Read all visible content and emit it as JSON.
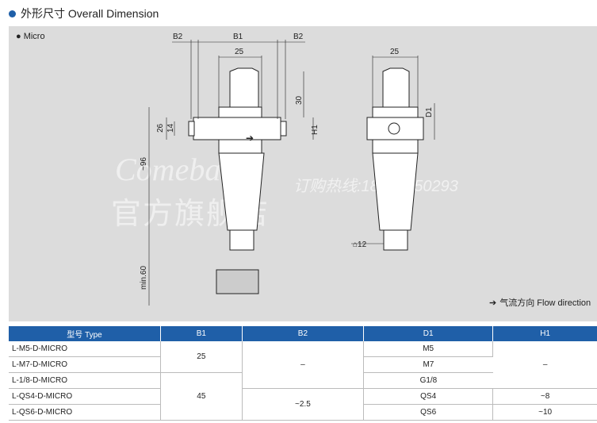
{
  "header": {
    "title": "外形尺寸 Overall Dimension"
  },
  "drawing": {
    "series_label": "Micro",
    "dims": {
      "b2": "B2",
      "b1": "B1",
      "b2r": "B2",
      "w25a": "25",
      "h30": "30",
      "h26": "26",
      "h14": "14",
      "h96": "~96",
      "h1": "H1",
      "min60": "min.60",
      "w25b": "25",
      "d1": "D1",
      "hex12": "⌂12"
    },
    "watermark": {
      "brand": "Comebank",
      "cn": "官方旗舰店",
      "tel": "订购热线:18968250293"
    },
    "flow_label": "气流方向 Flow direction"
  },
  "table": {
    "headers": [
      "型号 Type",
      "B1",
      "B2",
      "D1",
      "H1"
    ],
    "rows": [
      {
        "type": "L-M5-D-MICRO",
        "d1": "M5"
      },
      {
        "type": "L-M7-D-MICRO",
        "d1": "M7"
      },
      {
        "type": "L-1/8-D-MICRO",
        "d1": "G1/8"
      },
      {
        "type": "L-QS4-D-MICRO",
        "d1": "QS4"
      },
      {
        "type": "L-QS6-D-MICRO",
        "d1": "QS6"
      }
    ],
    "b1_groups": [
      "25",
      "45"
    ],
    "b2_groups": [
      "–",
      "~2.5"
    ],
    "h1_groups": [
      "–",
      "~8",
      "~10"
    ]
  },
  "colors": {
    "accent": "#1f5fa8",
    "panel": "#dcdcdc"
  }
}
